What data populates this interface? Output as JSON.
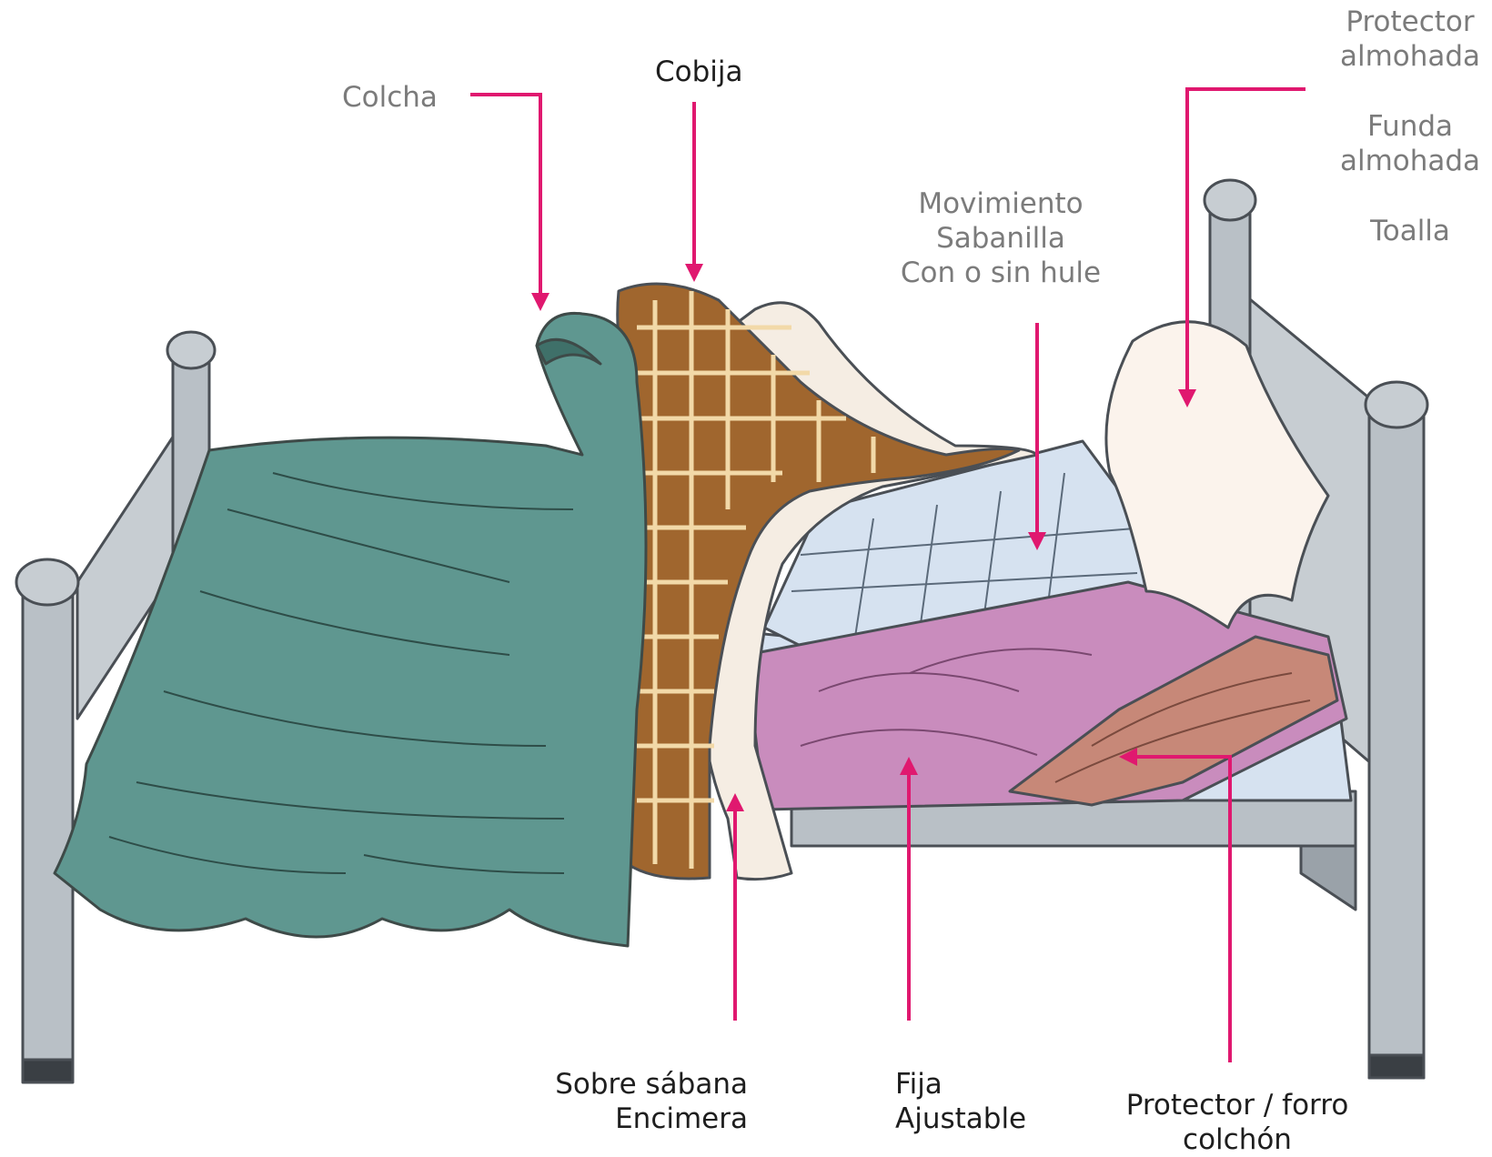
{
  "colors": {
    "arrow": "#e0186f",
    "colcha": "#5f9790",
    "cobija": "#a0662e",
    "sabana_encimera": "#f5ede3",
    "fija": "#c98cbd",
    "protector_colchon": "#c78878",
    "mattress": "#d6e2f0",
    "pillow": "#fbf3ec",
    "bed_frame": "#b9c0c6"
  },
  "labels": {
    "colcha": "Colcha",
    "cobija": "Cobija",
    "movimiento": [
      "Movimiento",
      "Sabanilla",
      "Con o sin hule"
    ],
    "protector_almohada": [
      "Protector",
      "almohada"
    ],
    "funda_almohada": [
      "Funda",
      "almohada"
    ],
    "toalla": "Toalla",
    "sobre_sabana": [
      "Sobre sábana",
      "Encimera"
    ],
    "fija": [
      "Fija",
      "Ajustable"
    ],
    "protector_colchon": [
      "Protector / forro",
      "colchón"
    ]
  }
}
